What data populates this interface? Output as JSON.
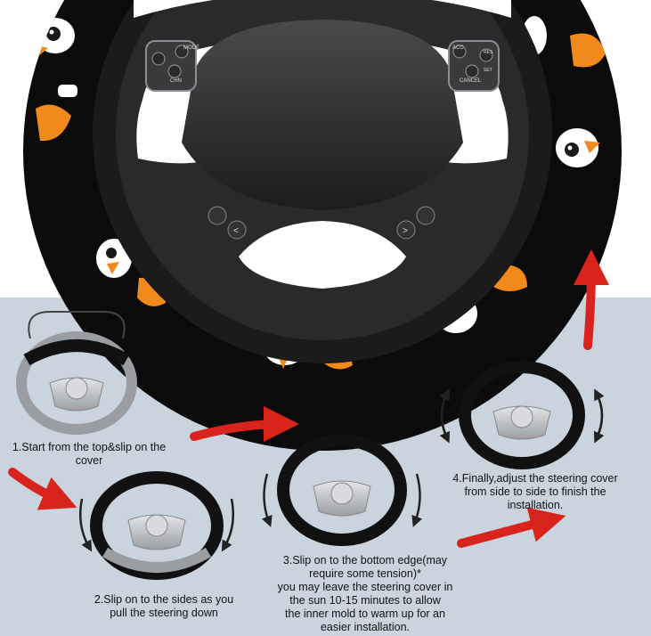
{
  "colors": {
    "panel_background": "#c9d4de",
    "cover_black": "#0b0b0b",
    "penguin_orange": "#f28a1b",
    "arrow_red": "#d8241c",
    "wheel_silver": "#b9bcc0",
    "wheel_dark": "#2b2b2d"
  },
  "main_image": {
    "subject": "steering-wheel-with-penguin-print-cover",
    "control_icons": [
      "mode-button",
      "volume-button",
      "channel-button",
      "acc-button",
      "cancel-button",
      "left-arrow-button",
      "right-arrow-button",
      "voice-button",
      "phone-button"
    ],
    "button_labels": {
      "mode": "MODE",
      "channel": "CHN",
      "acc": "ACC",
      "res": "RES",
      "set": "SET",
      "cancel": "CANCEL"
    }
  },
  "steps": [
    {
      "text": "1.Start from the top&slip on the\ncover"
    },
    {
      "text": "2.Slip on to the sides as you\npull the steering down"
    },
    {
      "text": "3.Slip on to the bottom edge(may\nrequire some tension)*\nyou may leave the steering cover in\nthe sun 10-15 minutes to allow\nthe inner mold to warm up for an\neasier installation."
    },
    {
      "text": "4.Finally,adjust the steering cover\nfrom side to side to finish the\ninstallation."
    }
  ]
}
